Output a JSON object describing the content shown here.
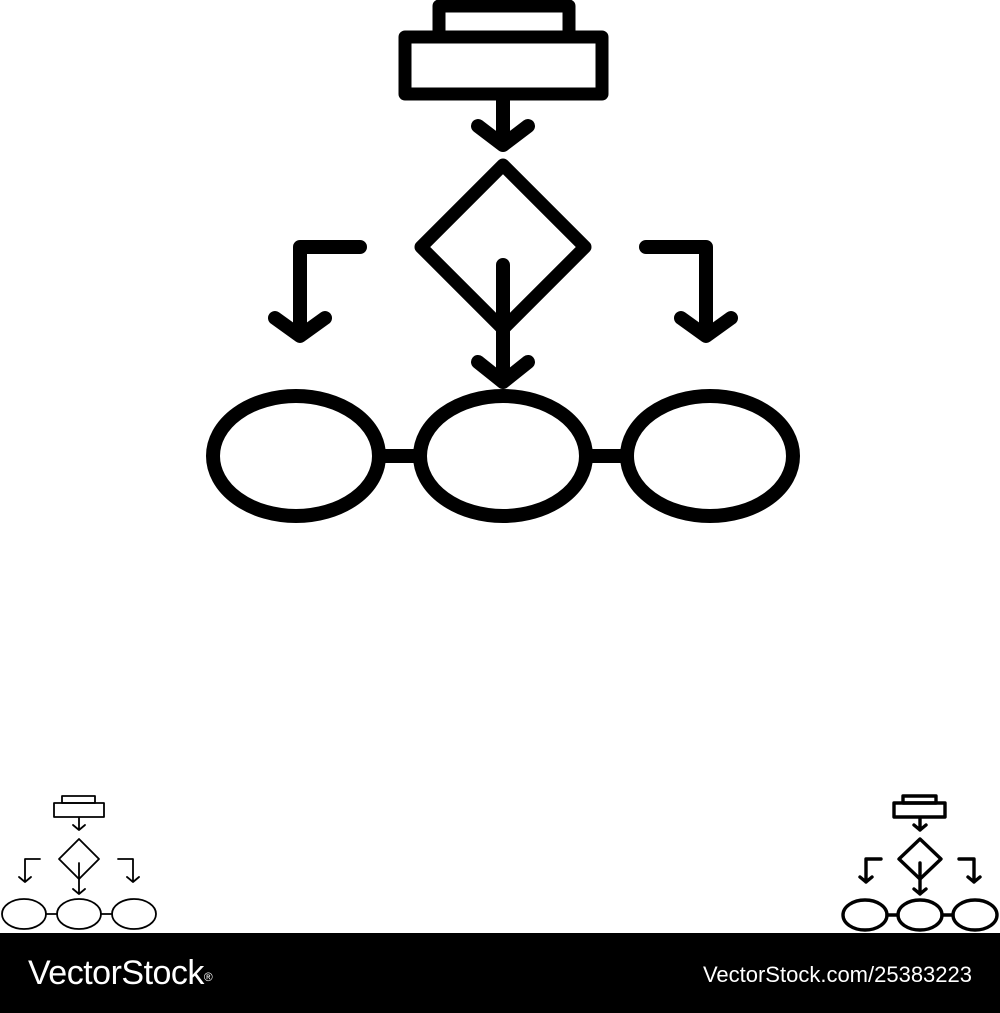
{
  "icon": {
    "name": "flowchart-algorithm-icon",
    "stroke_color": "#000000",
    "background_color": "#ffffff",
    "variants": [
      "large-bold",
      "small-thin",
      "small-bold"
    ]
  },
  "footer": {
    "brand": "VectorStock",
    "brand_mark": "®",
    "image_ref": "VectorStock.com/25383223",
    "background_color": "#000000",
    "text_color": "#ffffff"
  }
}
